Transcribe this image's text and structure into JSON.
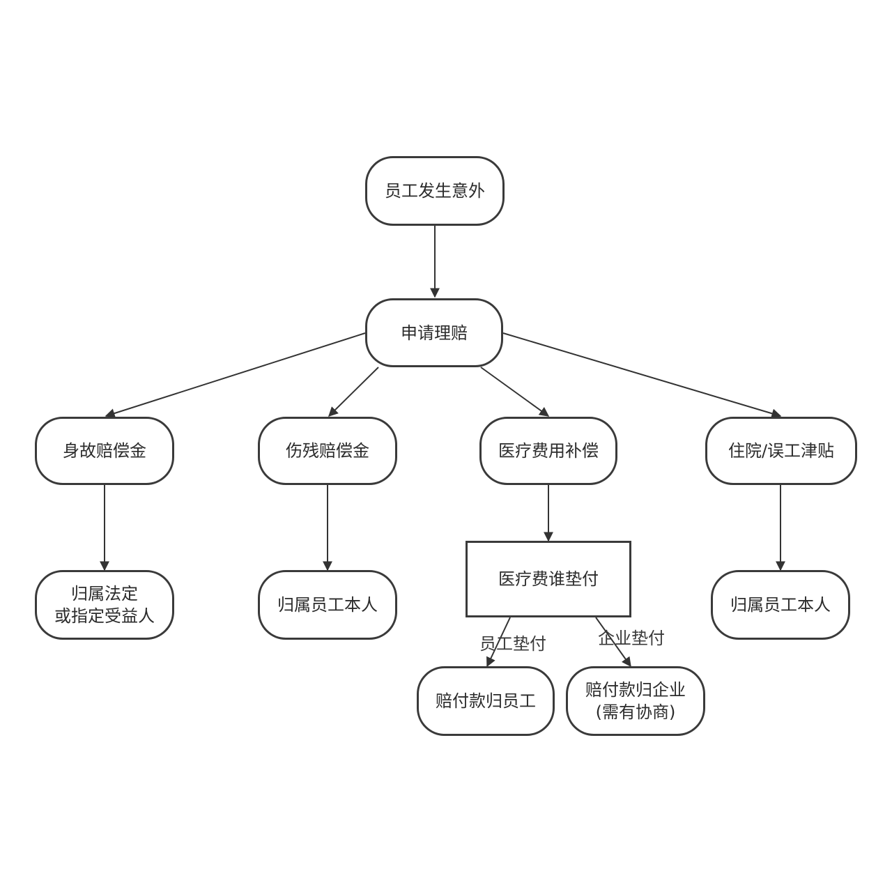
{
  "nodes": {
    "accident": "员工发生意外",
    "claim": "申请理赔",
    "death": "身故赔偿金",
    "disability": "伤残赔偿金",
    "medical": "医疗费用补偿",
    "hospital": "住院/误工津贴",
    "death_beneficiary_line1": "归属法定",
    "death_beneficiary_line2": "或指定受益人",
    "disability_owner": "归属员工本人",
    "who_pays": "医疗费谁垫付",
    "hospital_owner": "归属员工本人",
    "to_employee": "赔付款归员工",
    "to_company_line1": "赔付款归企业",
    "to_company_line2": "(需有协商)"
  },
  "edge_labels": {
    "employee_paid": "员工垫付",
    "company_paid": "企业垫付"
  },
  "colors": {
    "stroke": "#3a3a3a",
    "text": "#2b2b2b",
    "background": "#ffffff"
  }
}
